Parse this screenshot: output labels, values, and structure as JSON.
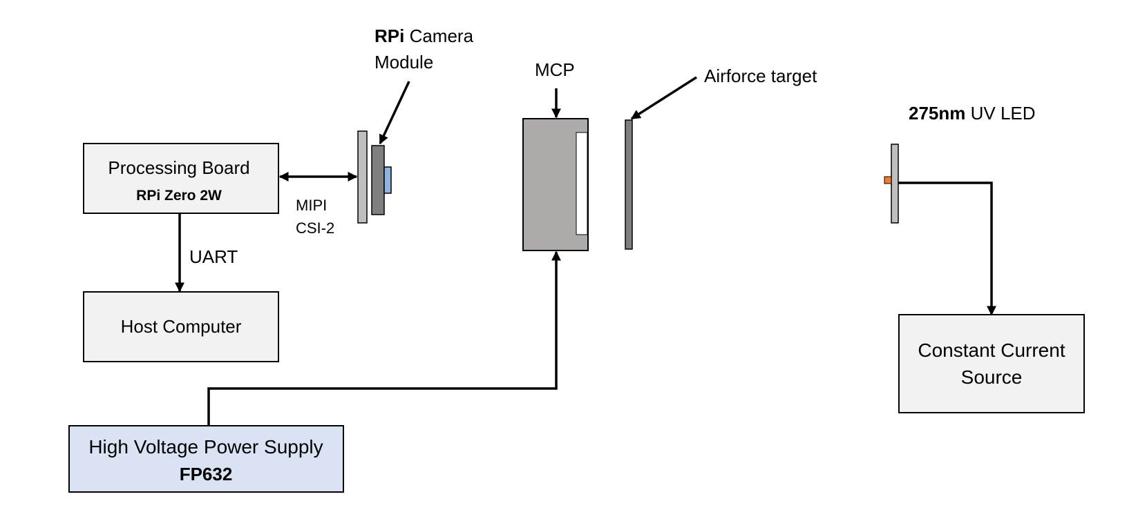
{
  "labels": {
    "processing_board": {
      "line1": "Processing Board",
      "line2": "RPi Zero 2W"
    },
    "host_computer": "Host Computer",
    "uart": "UART",
    "mipi": {
      "line1": "MIPI",
      "line2": "CSI-2"
    },
    "camera": {
      "bold": "RPi",
      "rest": " Camera",
      "line2": "Module"
    },
    "mcp": "MCP",
    "airforce_target": "Airforce target",
    "uv_led": {
      "bold": "275nm",
      "rest": " UV LED"
    },
    "constant_current": {
      "line1": "Constant Current",
      "line2": "Source"
    },
    "hv_supply": {
      "line1": "High Voltage Power Supply",
      "line2": "FP632"
    }
  },
  "colors": {
    "box_fill": "#f2f2f2",
    "hv_fill": "#dae3f3",
    "plate_light": "#bfbfbf",
    "plate_mcp": "#aeaaaa",
    "sensor_dark": "#7f7f7f",
    "lens_blue": "#8eb4e3",
    "led_orange": "#ed7d31",
    "stroke": "#000000"
  }
}
